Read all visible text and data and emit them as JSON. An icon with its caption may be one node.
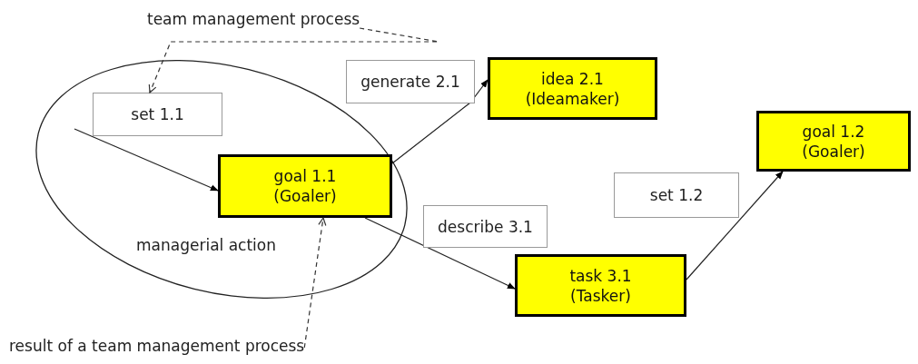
{
  "diagram": {
    "nodes": [
      {
        "text": [
          "managerial action"
        ]
      },
      {
        "text": [
          "set 1.1"
        ],
        "in": 0
      },
      {
        "text": [
          "goal 1.1 (Goaler)"
        ],
        "in": 0
      },
      {
        "text": [
          "generate 2.1"
        ]
      },
      {
        "text": [
          "idea 2.1 (Ideamaker)"
        ]
      },
      {
        "text": [
          "goal 1.2 (Goaler)"
        ]
      },
      {
        "text": [
          "set 1.2"
        ]
      },
      {
        "text": [
          "describe 3.1"
        ]
      },
      {
        "text": [
          "task 3.1 (Tasker)"
        ]
      },
      {
        "text": [
          "team management process"
        ]
      },
      {
        "text": [
          "result of a team management process"
        ]
      }
    ],
    "edges": [
      {
        "from": null,
        "to": 2,
        "arrow": "to"
      },
      {
        "from": 2,
        "to": 4,
        "arrow": "to"
      },
      {
        "from": 2,
        "to": 8,
        "arrow": "to"
      },
      {
        "from": 8,
        "to": 5,
        "arrow": "to"
      },
      {
        "from": 9,
        "to": 1,
        "arrow": "to",
        "style": "dashed"
      },
      {
        "from": 10,
        "to": 2,
        "arrow": "to",
        "style": "dashed"
      }
    ]
  }
}
